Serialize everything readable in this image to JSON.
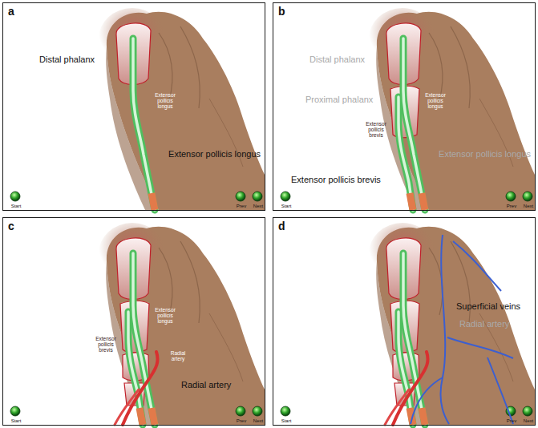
{
  "diagram": {
    "nodes": [
      {
        "text": [
          "a"
        ]
      },
      {
        "text": [
          "b"
        ]
      },
      {
        "text": [
          "c"
        ]
      },
      {
        "text": [
          "d"
        ]
      }
    ],
    "labels": [
      "Distal phalanx",
      "Extensor pollicis longus",
      "Extensor pollicis longus",
      "Start",
      "Prev",
      "Next",
      "Distal phalanx",
      "Proximal phalanx",
      "Extensor pollicis brevis",
      "Extensor pollicis longus",
      "Extensor pollicis longus",
      "Extensor pollicis brevis",
      "Start",
      "Prev",
      "Next",
      "Extensor pollicis brevis",
      "Extensor pollicis longus",
      "Radial artery",
      "Radial artery",
      "Start",
      "Prev",
      "Next",
      "Superficial veins",
      "Radial artery",
      "Start",
      "Prev",
      "Next"
    ]
  }
}
